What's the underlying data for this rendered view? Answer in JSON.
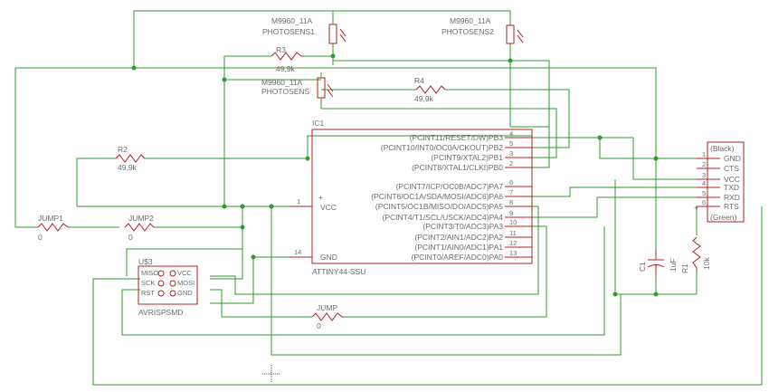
{
  "parts": {
    "photosens1": {
      "value": "M9960_11A",
      "name": "PHOTOSENS1"
    },
    "photosens2": {
      "value": "M9960_11A",
      "name": "PHOTOSENS2"
    },
    "photosens3": {
      "value": "M9960_11A",
      "name": "PHOTOSENS"
    },
    "r2": {
      "name": "R2",
      "value": "49,9k"
    },
    "r3": {
      "name": "R3",
      "value": "49,9k"
    },
    "r4": {
      "name": "R4",
      "value": "49,9k"
    },
    "r1": {
      "name": "R1",
      "value": "10k"
    },
    "c1": {
      "name": "C1",
      "value": "1uF"
    },
    "jump1": {
      "name": "JUMP1",
      "value": "0"
    },
    "jump2": {
      "name": "JUMP2",
      "value": "0"
    },
    "jump": {
      "name": "JUMP",
      "value": "0"
    },
    "ic1": {
      "name": "IC1",
      "part": "ATTINY44-SSU",
      "left_pins": [
        {
          "label": "VCC",
          "num": "1",
          "mark": "+"
        },
        {
          "label": "GND",
          "num": "14"
        }
      ],
      "right_pins": [
        {
          "label": "(PCINT11/RESET/DW)PB3",
          "num": "4"
        },
        {
          "label": "(PCINT10/INT0/OC0A/CKOUT)PB2",
          "num": "5"
        },
        {
          "label": "(PCINT9/XTAL2)PB1",
          "num": "3"
        },
        {
          "label": "(PCINT8/XTAL1/CLKI)PB0",
          "num": "2"
        },
        {
          "label": "(PCINT7/ICP/OC0B/ADC7)PA7",
          "num": "6"
        },
        {
          "label": "(PCINT6/OC1A/SDA/MOSI/ADC6)PA6",
          "num": "7"
        },
        {
          "label": "(PCINT5/OC1B/MISO/DO/ADC5)PA5",
          "num": "8"
        },
        {
          "label": "(PCINT4/T1/SCL/USCK/ADC4)PA4",
          "num": "9"
        },
        {
          "label": "(PCINT3/T0/ADC3)PA3",
          "num": "10"
        },
        {
          "label": "(PCINT2/AIN1/ADC2)PA2",
          "num": "11"
        },
        {
          "label": "(PCINT1/AIN0/ADC1)PA1",
          "num": "12"
        },
        {
          "label": "(PCINT0/AREF/ADC0)PA0",
          "num": "13"
        }
      ]
    },
    "isp": {
      "name": "U$3",
      "part": "AVRISPSMD",
      "left_labels": [
        "MISO",
        "SCK",
        "RST"
      ],
      "right_labels": [
        "VCC",
        "MOSI",
        "GND"
      ]
    },
    "ftdi": {
      "top": "(Black)",
      "bottom": "(Green)",
      "pins": [
        {
          "num": "1",
          "label": "GND"
        },
        {
          "num": "2",
          "label": "CTS"
        },
        {
          "num": "3",
          "label": "VCC"
        },
        {
          "num": "4",
          "label": "TXD"
        },
        {
          "num": "5",
          "label": "RXD"
        },
        {
          "num": "6",
          "label": "RTS"
        }
      ],
      "mark": "+"
    }
  },
  "colors": {
    "wire": "#2f9a2f",
    "part": "#b02020",
    "text": "#6b6b6b"
  }
}
